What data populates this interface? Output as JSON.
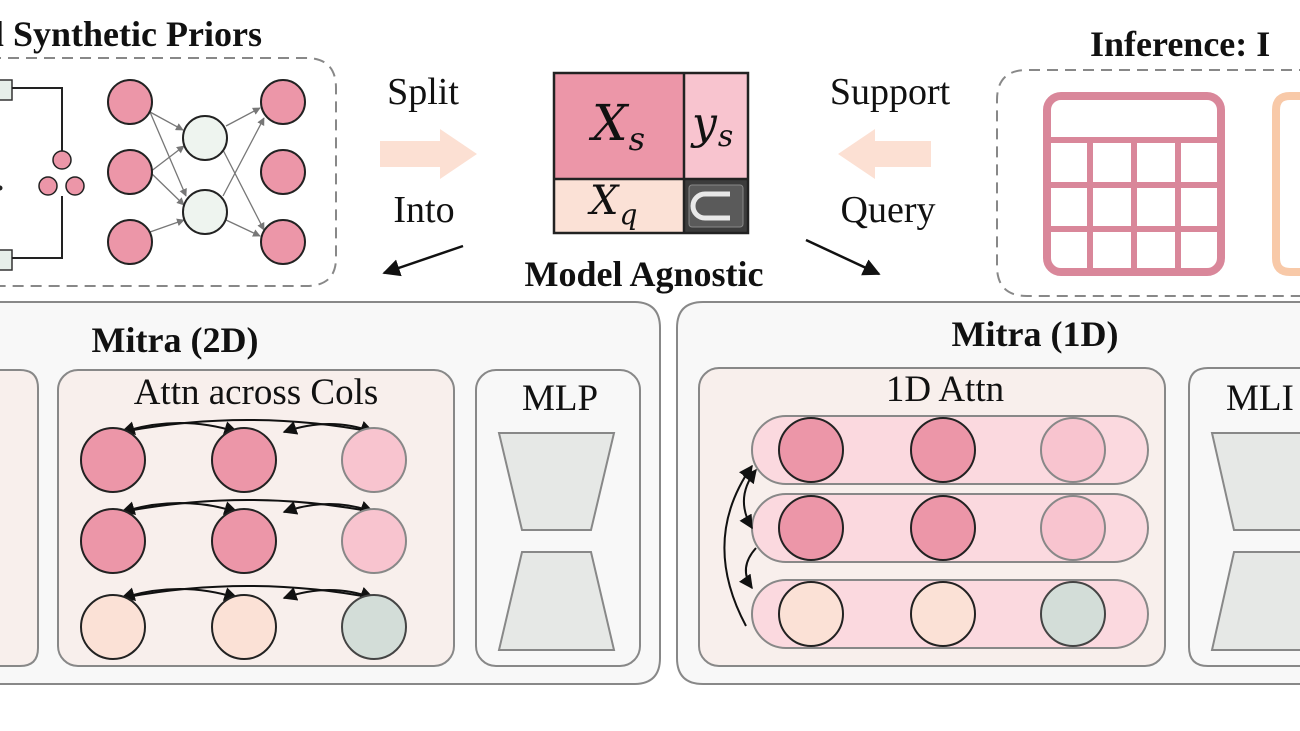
{
  "titles": {
    "synthetic_priors": "l Synthetic Priors",
    "inference": "Inference: I",
    "model_agnostic": "Model Agnostic",
    "mitra_2d": "Mitra (2D)",
    "mitra_1d": "Mitra (1D)"
  },
  "arrows": {
    "split": "Split",
    "into": "Into",
    "support": "Support",
    "query": "Query"
  },
  "matrix": {
    "xs": "X",
    "xs_sub": "s",
    "ys": "y",
    "ys_sub": "s",
    "xq": "X",
    "xq_sub": "q"
  },
  "labels": {
    "attn_across_cols": "Attn across Cols",
    "mlp_2d": "MLP",
    "attn_1d": "1D Attn",
    "mlp_1d": "MLI"
  },
  "colors": {
    "support_pink": "#ec96a8",
    "label_pink": "#f8c4cf",
    "query_peach": "#fbe1d6",
    "masked_gray": "#d3ddd8",
    "neuron_white": "#eef4ef",
    "panel_bg": "#f8f8f8",
    "table_pink": "#d9879a",
    "table_peach": "#f8c9a8",
    "arrow_peach": "#fce0d3"
  }
}
